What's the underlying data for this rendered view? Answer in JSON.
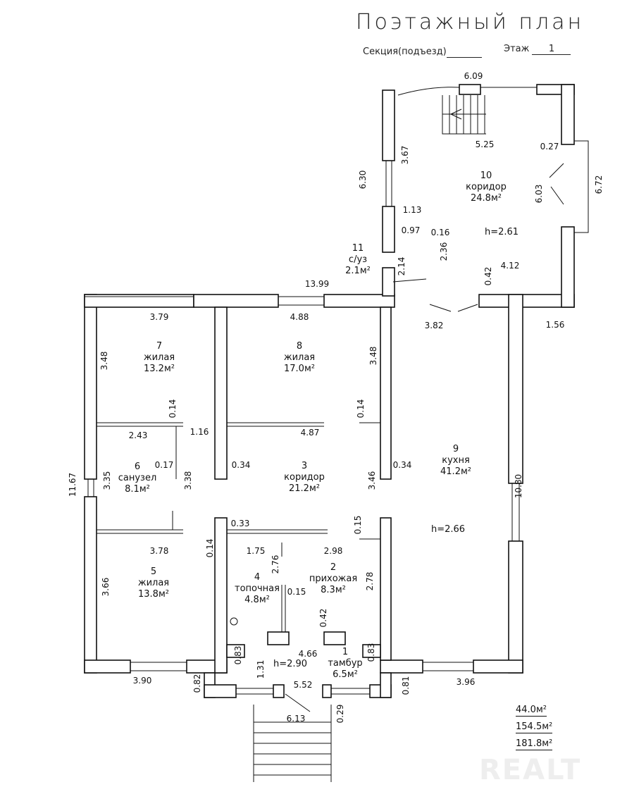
{
  "header": {
    "title": "Поэтажный план",
    "section_label": "Секция(подъезд)",
    "floor_label": "Этаж",
    "floor_value": "1"
  },
  "rooms": [
    {
      "number": "10",
      "name": "коридор",
      "area": "24.8м²"
    },
    {
      "number": "11",
      "name": "с/уз",
      "area": "2.1м²"
    },
    {
      "number": "7",
      "name": "жилая",
      "area": "13.2м²"
    },
    {
      "number": "8",
      "name": "жилая",
      "area": "17.0м²"
    },
    {
      "number": "6",
      "name": "санузел",
      "area": "8.1м²"
    },
    {
      "number": "3",
      "name": "коридор",
      "area": "21.2м²"
    },
    {
      "number": "9",
      "name": "кухня",
      "area": "41.2м²"
    },
    {
      "number": "5",
      "name": "жилая",
      "area": "13.8м²"
    },
    {
      "number": "4",
      "name": "топочная",
      "area": "4.8м²"
    },
    {
      "number": "2",
      "name": "прихожая",
      "area": "8.3м²"
    },
    {
      "number": "1",
      "name": "тамбур",
      "area": "6.5м²"
    }
  ],
  "heights": [
    "h=2.61",
    "h=2.66",
    "h=2.90"
  ],
  "dims": [
    "6.09",
    "5.25",
    "0.27",
    "3.67",
    "6.30",
    "6.03",
    "6.72",
    "1.13",
    "0.97",
    "0.16",
    "2.36",
    "2.14",
    "0.42",
    "4.12",
    "13.99",
    "3.82",
    "1.56",
    "3.79",
    "4.88",
    "3.48",
    "3.48",
    "0.14",
    "0.14",
    "2.43",
    "1.16",
    "4.87",
    "11.67",
    "3.35",
    "0.17",
    "3.38",
    "0.34",
    "3.46",
    "0.34",
    "10.80",
    "0.33",
    "0.15",
    "0.14",
    "3.78",
    "1.75",
    "2.98",
    "2.76",
    "0.15",
    "2.78",
    "3.66",
    "0.42",
    "4.66",
    "0.83",
    "0.83",
    "1.31",
    "5.52",
    "0.82",
    "0.81",
    "3.90",
    "3.96",
    "0.29",
    "6.13"
  ],
  "totals": [
    "44.0м²",
    "154.5м²",
    "181.8м²"
  ],
  "watermark": "REALT"
}
